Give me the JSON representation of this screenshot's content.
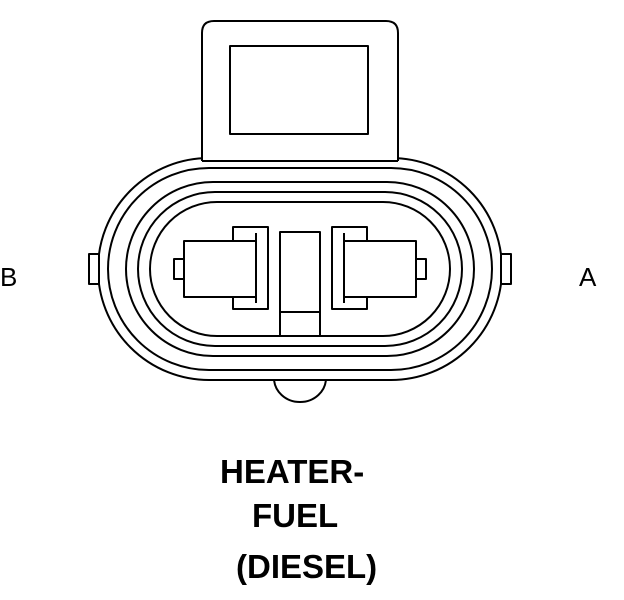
{
  "connector": {
    "pin_left_label": "B",
    "pin_right_label": "A",
    "stroke_color": "#000000",
    "fill_color": "#ffffff"
  },
  "caption": {
    "line1": "HEATER-",
    "line2": "FUEL",
    "line3": "(DIESEL)"
  }
}
